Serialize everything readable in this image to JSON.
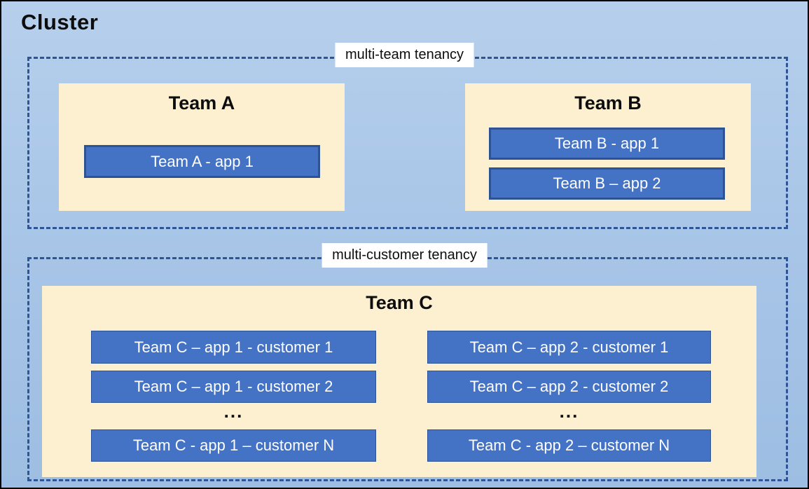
{
  "cluster": {
    "title": "Cluster"
  },
  "multi_team": {
    "label": "multi-team tenancy",
    "team_a": {
      "title": "Team A",
      "apps": [
        "Team A - app 1"
      ]
    },
    "team_b": {
      "title": "Team B",
      "apps": [
        "Team B - app 1",
        "Team B – app 2"
      ]
    }
  },
  "multi_customer": {
    "label": "multi-customer tenancy",
    "team_c": {
      "title": "Team C",
      "columns": [
        {
          "apps": [
            "Team C – app 1 - customer 1",
            "Team C – app 1 - customer 2"
          ],
          "ellipsis": "...",
          "last_app": "Team C - app 1 – customer N"
        },
        {
          "apps": [
            "Team C – app 2 - customer 1",
            "Team C – app 2 - customer 2"
          ],
          "ellipsis": "...",
          "last_app": "Team C - app 2 – customer N"
        }
      ]
    }
  },
  "colors": {
    "background_top": "#B6CFEC",
    "background_bottom": "#9DBDE2",
    "panel": "#FCF0D0",
    "app_fill": "#4472C4",
    "app_border": "#2E5395",
    "dashed_border": "#2F5597",
    "label_background": "#FFFFFF",
    "text_dark": "#0D0D0D",
    "text_light": "#FFFFFF",
    "outer_border": "#000000"
  }
}
